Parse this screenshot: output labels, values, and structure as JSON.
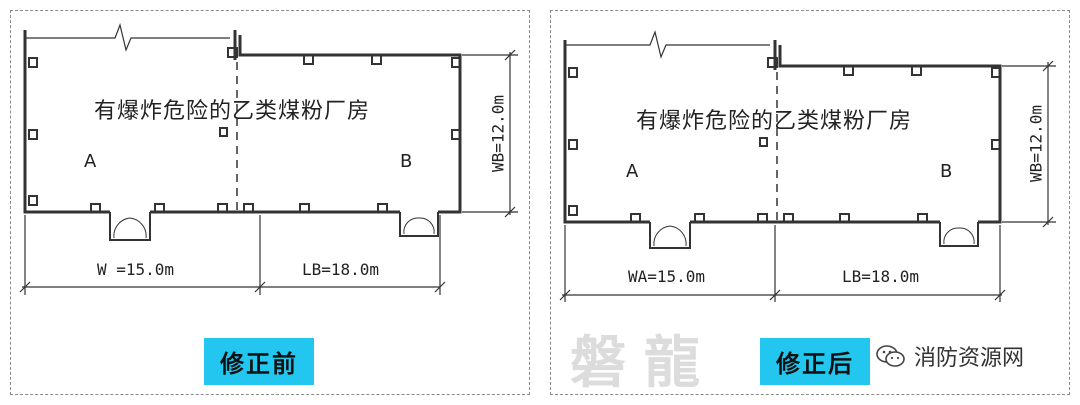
{
  "left": {
    "title": "有爆炸危险的乙类煤粉厂房",
    "room_a": "A",
    "room_b": "B",
    "dim_w": "W =15.0m",
    "dim_lb": "LB=18.0m",
    "dim_wb": "WB=12.0m",
    "badge": "修正前"
  },
  "right": {
    "title": "有爆炸危险的乙类煤粉厂房",
    "room_a": "A",
    "room_b": "B",
    "dim_wa": "WA=15.0m",
    "dim_lb": "LB=18.0m",
    "dim_wb": "WB=12.0m",
    "badge": "修正后"
  },
  "watermark": "磐龍",
  "source": "消防资源网",
  "colors": {
    "badge": "#23c6ef",
    "line": "#333333"
  }
}
